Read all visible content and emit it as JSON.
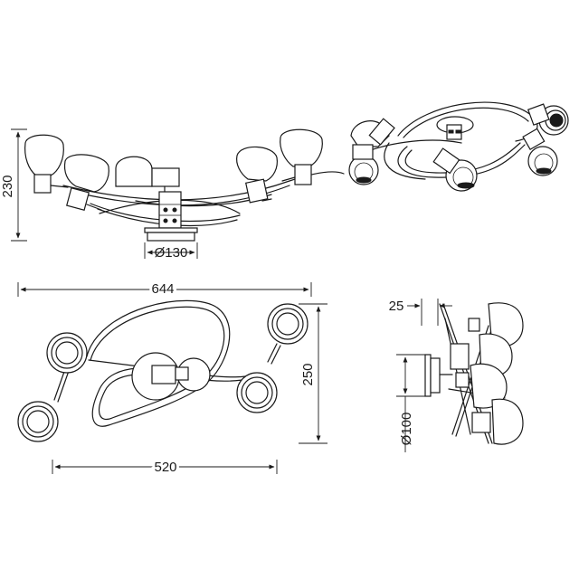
{
  "dimensions": {
    "height": "230",
    "base_diameter": "Ø130",
    "total_width": "644",
    "span_width": "520",
    "depth": "250",
    "mount_offset": "25",
    "mount_diameter": "Ø100"
  }
}
